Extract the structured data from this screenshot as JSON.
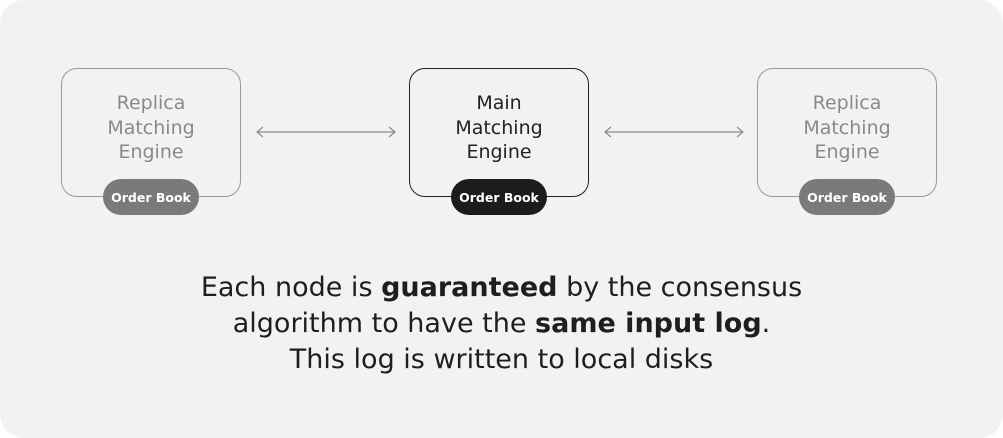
{
  "nodes": [
    {
      "title": "Replica\nMatching\nEngine",
      "badge": "Order Book",
      "role": "replica"
    },
    {
      "title": "Main\nMatching\nEngine",
      "badge": "Order Book",
      "role": "main"
    },
    {
      "title": "Replica\nMatching\nEngine",
      "badge": "Order Book",
      "role": "replica"
    }
  ],
  "caption": {
    "line1_pre": "Each node is ",
    "line1_bold": "guaranteed",
    "line1_post": " by the consensus",
    "line2_pre": "algorithm to have the ",
    "line2_bold": "same input log",
    "line2_post": ".",
    "line3": "This log is written to local disks"
  },
  "colors": {
    "background": "#f2f2f2",
    "main_border": "#222222",
    "replica_border": "#9a9a9a",
    "main_badge": "#1c1c1c",
    "replica_badge": "#7a7a7a",
    "arrow": "#8a8a8a"
  }
}
